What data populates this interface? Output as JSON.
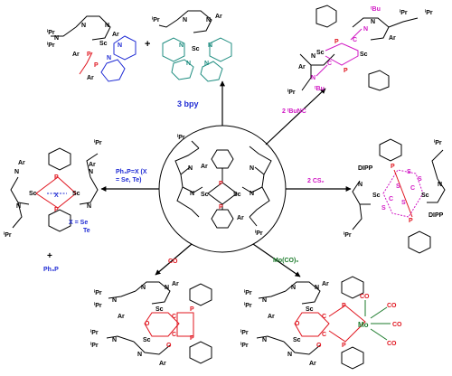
{
  "colors": {
    "black": "#000000",
    "blue": "#1f2bd4",
    "magenta": "#d118c4",
    "red": "#e0141e",
    "green": "#1a7a2a",
    "teal": "#1e8d80"
  },
  "center": {
    "atoms": {
      "sc": "Sc",
      "p": "P",
      "n": "N",
      "ar": "Ar",
      "ipr": "ⁱPr"
    }
  },
  "reactions": {
    "bpy": "3 bpy",
    "isonitrile": "2 ᵗBuNC",
    "cs2": "2 CS₂",
    "chalcogen_line1": "Ph₃P=X (X",
    "chalcogen_line2": "= Se, Te)",
    "co": "CO",
    "moco": "Mo(CO)₆"
  },
  "products": {
    "bpy": {
      "plus": "+",
      "atoms": {
        "sc": "Sc",
        "n": "N",
        "p": "P",
        "ar": "Ar",
        "ipr": "ⁱPr"
      }
    },
    "isonitrile": {
      "atoms": {
        "sc": "Sc",
        "p": "P",
        "n": "N",
        "c": "C",
        "ar": "Ar",
        "ipr": "ⁱPr",
        "tbu": "ᵗBu"
      }
    },
    "cs2": {
      "atoms": {
        "sc": "Sc",
        "p": "P",
        "s": "S",
        "c": "C",
        "n": "N",
        "dipp": "DIPP",
        "ipr": "ⁱPr"
      }
    },
    "chalcogen": {
      "x_line1": "X = Se",
      "x_line2": "Te",
      "plus": "+",
      "byproduct": "Ph₃P",
      "atoms": {
        "sc": "Sc",
        "p": "P",
        "x": "X",
        "n": "N",
        "ar": "Ar",
        "ipr": "ⁱPr"
      }
    },
    "co": {
      "atoms": {
        "sc": "Sc",
        "o": "O",
        "c": "C",
        "p": "P",
        "n": "N",
        "ar": "Ar",
        "ipr": "ⁱPr"
      }
    },
    "moco": {
      "atoms": {
        "sc": "Sc",
        "mo": "Mo",
        "co": "CO",
        "o": "O",
        "c": "C",
        "p": "P",
        "n": "N",
        "ar": "Ar",
        "ipr": "ⁱPr"
      }
    }
  }
}
